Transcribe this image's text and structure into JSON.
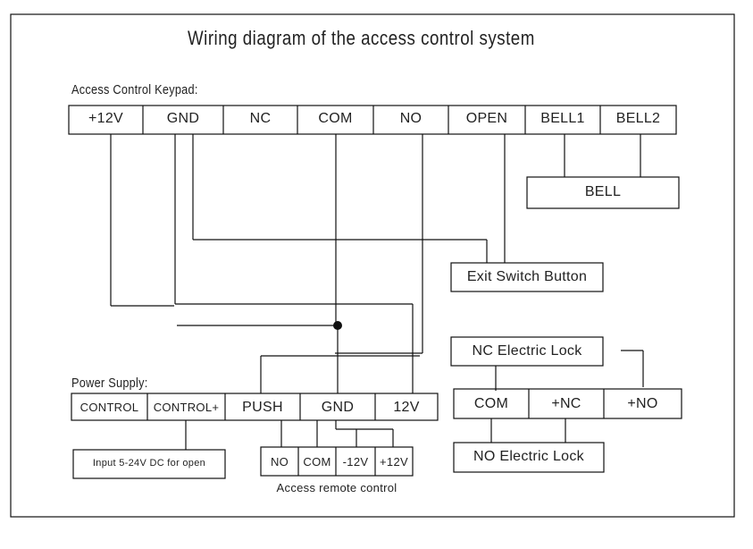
{
  "diagram": {
    "title": "Wiring diagram of the access control system",
    "keypad": {
      "heading": "Access Control Keypad:",
      "terminals": [
        "+12V",
        "GND",
        "NC",
        "COM",
        "NO",
        "OPEN",
        "BELL1",
        "BELL2"
      ]
    },
    "bell": {
      "label": "BELL"
    },
    "exit_button": {
      "label": "Exit Switch Button"
    },
    "nc_lock": {
      "label": "NC Electric Lock"
    },
    "no_lock": {
      "label": "NO Electric Lock"
    },
    "lock_terminals": [
      "COM",
      "+NC",
      "+NO"
    ],
    "power_supply": {
      "heading": "Power Supply:",
      "terminals": [
        "CONTROL",
        "CONTROL+",
        "PUSH",
        "GND",
        "12V"
      ],
      "input_note": "Input 5-24V DC for open"
    },
    "remote": {
      "terminals": [
        "NO",
        "COM",
        "-12V",
        "+12V"
      ],
      "caption": "Access remote control"
    },
    "line_color": "#111111"
  }
}
